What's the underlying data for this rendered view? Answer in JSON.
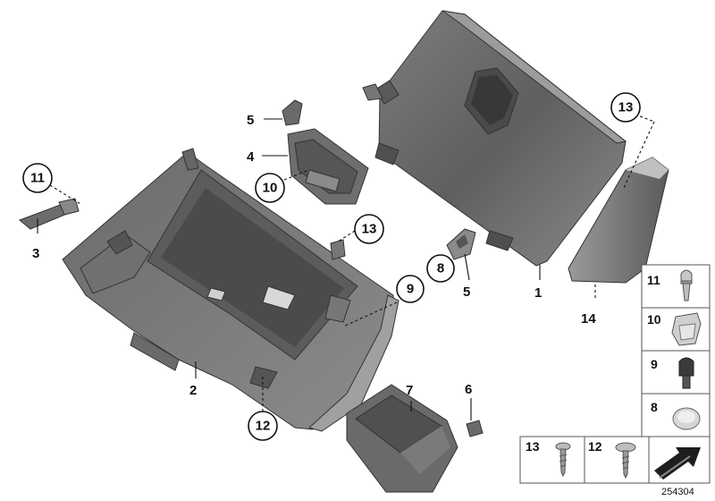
{
  "callouts": {
    "c1": "1",
    "c2": "2",
    "c3": "3",
    "c4": "4",
    "c5a": "5",
    "c5b": "5",
    "c6": "6",
    "c7": "7",
    "c8": "8",
    "c9": "9",
    "c10": "10",
    "c11": "11",
    "c12": "12",
    "c13a": "13",
    "c13b": "13",
    "c14": "14"
  },
  "legend": {
    "l11": "11",
    "l10": "10",
    "l9": "9",
    "l8": "8",
    "l13": "13",
    "l12": "12"
  },
  "reference_number": "254304"
}
